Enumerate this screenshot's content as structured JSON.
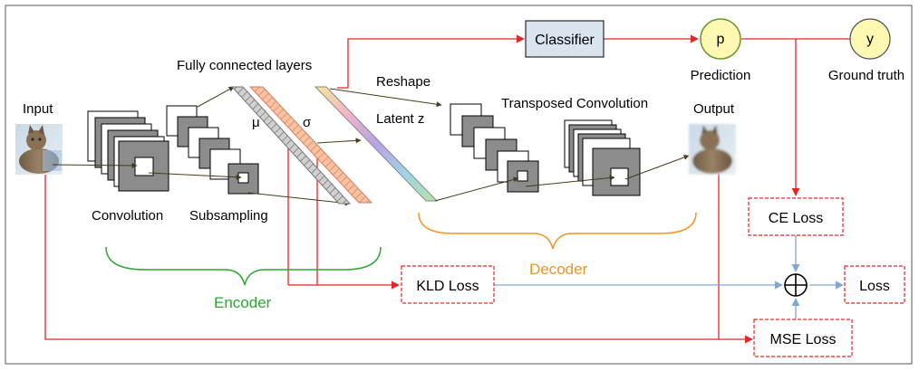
{
  "labels": {
    "input": "Input",
    "output": "Output",
    "convolution": "Convolution",
    "subsampling": "Subsampling",
    "fully_connected": "Fully connected layers",
    "mu": "μ",
    "sigma": "σ",
    "reshape": "Reshape",
    "latent_z": "Latent z",
    "transposed_conv": "Transposed Convolution",
    "encoder": "Encoder",
    "decoder": "Decoder",
    "classifier": "Classifier",
    "prediction_symbol": "p",
    "prediction": "Prediction",
    "ground_truth_symbol": "y",
    "ground_truth": "Ground truth",
    "ce_loss": "CE Loss",
    "kld_loss": "KLD Loss",
    "mse_loss": "MSE Loss",
    "loss": "Loss",
    "sum_symbol": "⊕"
  },
  "colors": {
    "red_arrow": "#e32626",
    "blue_arrow": "#7ea6d6",
    "encoder": "#2aa832",
    "decoder": "#f29424",
    "classifier_fill": "#d9e4ef",
    "circle_fill": "#fff8b3",
    "layer_gray": "#8c8c8c",
    "dark_arrow": "#4a3a1a"
  }
}
